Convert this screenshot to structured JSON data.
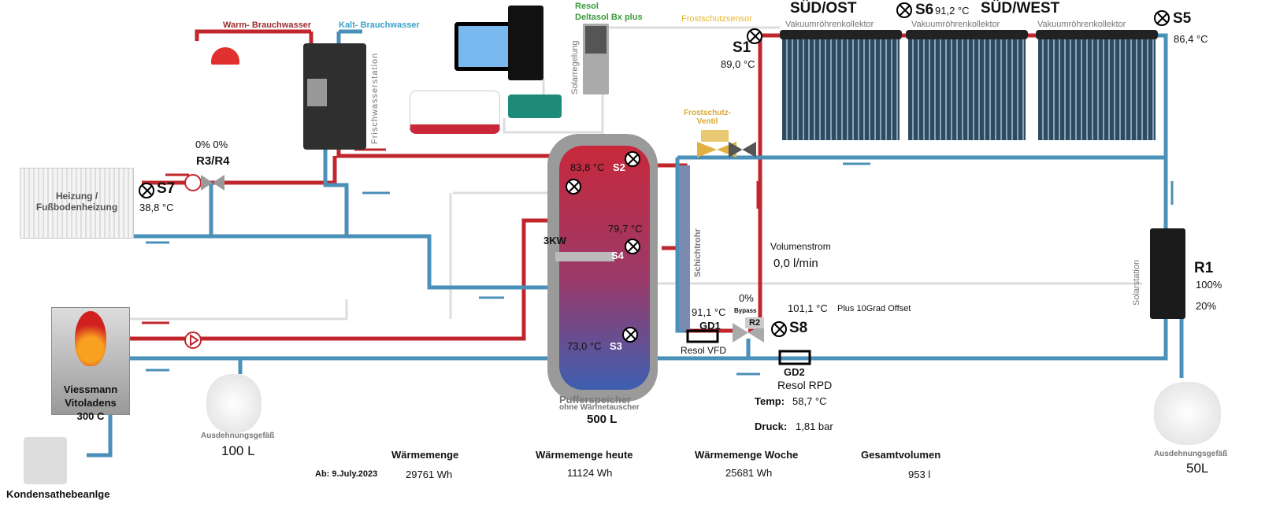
{
  "colors": {
    "hot": "#c0272d",
    "cold": "#4a90b8",
    "tank_top": "#c8283a",
    "tank_bottom": "#3d5fb0",
    "label_green": "#3a9a3a",
    "label_orange": "#e8b830",
    "hot_water_label": "#9b2d2d",
    "cold_water_label": "#3aa0c8"
  },
  "labels": {
    "warm_water": "Warm- Brauchwasser",
    "cold_water": "Kalt- Brauchwasser",
    "fresh_water_station": "Frischwasserstation",
    "controller_brand": "Resol",
    "controller_model": "Deltasol Bx plus",
    "solar_control": "Solarregelung",
    "frost_sensor": "Frostschutzsensor",
    "frost_valve": "Frostschutz-\nVentil",
    "south_east": "SÜD/OST",
    "south_west": "SÜD/WEST",
    "collector": "Vakuumröhrenkollektor",
    "heating": "Heizung /\nFußbodenheizung",
    "heater_power": "3KW",
    "layer_pipe": "Schichtrohr",
    "tank_name": "Pufferspeicher",
    "tank_sub": "ohne Wärmetauscher",
    "tank_volume": "500 L",
    "boiler": "Viessmann\nVitoladens\n300 C",
    "condensate": "Kondensathebeanlge",
    "expansion": "Ausdehnungsgefäß",
    "expansion_left_vol": "100 L",
    "expansion_right_vol": "50L",
    "solar_station": "Solarstation",
    "flow_label": "Volumenstrom",
    "flow_value": "0,0 l/min",
    "bypass": "Bypass",
    "offset_note": "Plus 10Grad Offset",
    "vfd": "Resol VFD",
    "rpd": "Resol RPD",
    "temp_label": "Temp:",
    "temp_value": "58,7 °C",
    "pressure_label": "Druck:",
    "pressure_value": "1,81 bar"
  },
  "sensors": {
    "S1": {
      "label": "S1",
      "value": "89,0 °C"
    },
    "S2": {
      "label": "S2",
      "value": "83,8 °C"
    },
    "S3": {
      "label": "S3",
      "value": "73,0 °C"
    },
    "S4": {
      "label": "S4",
      "value": "79,7 °C"
    },
    "S5": {
      "label": "S5",
      "value": "86,4 °C"
    },
    "S6": {
      "label": "S6",
      "value": "91,2 °C"
    },
    "S7": {
      "label": "S7",
      "value": "38,8 °C"
    },
    "S8": {
      "label": "S8",
      "value": "101,1 °C"
    },
    "GD1": {
      "label": "GD1",
      "value": "91,1 °C"
    },
    "GD2": {
      "label": "GD2"
    }
  },
  "relays": {
    "R3R4": {
      "label": "R3/R4",
      "value": "0% 0%"
    },
    "R2": {
      "label": "R2",
      "value": "0%"
    },
    "R1": {
      "label": "R1",
      "value1": "100%",
      "value2": "20%"
    }
  },
  "stats": {
    "since": "Ab: 9.July.2023",
    "heat_total": {
      "label": "Wärmemenge",
      "value": "29761 Wh"
    },
    "heat_today": {
      "label": "Wärmemenge heute",
      "value": "11124 Wh"
    },
    "heat_week": {
      "label": "Wärmemenge Woche",
      "value": "25681 Wh"
    },
    "total_volume": {
      "label": "Gesamtvolumen",
      "value": "953 l"
    }
  }
}
